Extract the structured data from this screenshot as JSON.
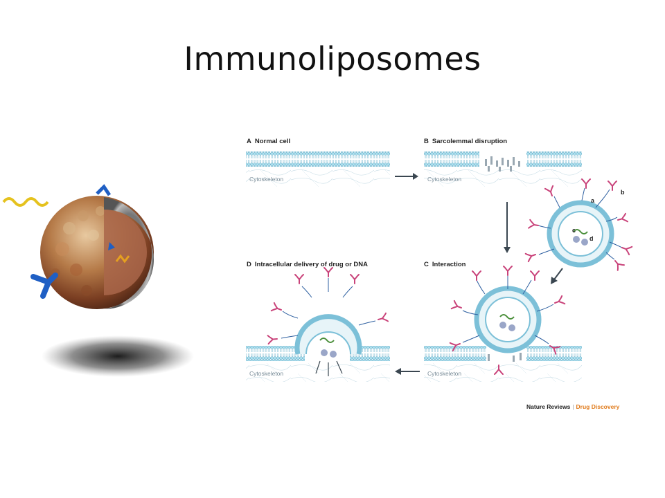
{
  "slide": {
    "title": "Immunoliposomes"
  },
  "panels": [
    {
      "id": "A",
      "letter": "A",
      "label": "Normal cell"
    },
    {
      "id": "B",
      "letter": "B",
      "label": "Sarcolemmal disruption"
    },
    {
      "id": "C",
      "letter": "C",
      "label": "Interaction"
    },
    {
      "id": "D",
      "letter": "D",
      "label": "Intracellular delivery of drug or DNA"
    }
  ],
  "cytoskeleton_label": "Cytoskeleton",
  "liposome_letters": {
    "a": "a",
    "b": "b",
    "c": "c",
    "d": "d"
  },
  "credit": {
    "journal": "Nature Reviews",
    "separator": "|",
    "section": "Drug Discovery"
  },
  "colors": {
    "membrane": "#7cc0d8",
    "head": "#aee0ef",
    "antibody": "#c9437a",
    "tether": "#2d5fa0",
    "arrow": "#3a4650",
    "credit_section": "#e07a1a"
  }
}
